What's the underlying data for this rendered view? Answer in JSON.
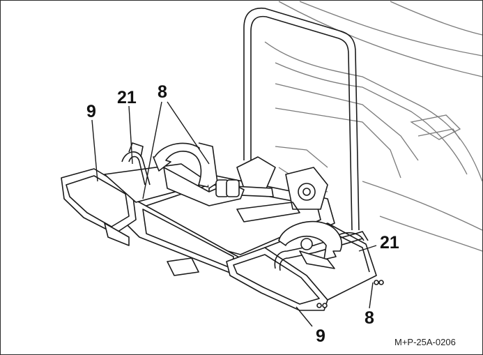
{
  "illustration": {
    "subject": "rear-mounted-bike-carrier",
    "stroke_color": "#1a1a1a",
    "vehicle_line_color": "#7a7a7a",
    "fill_color": "#ffffff"
  },
  "callouts": {
    "left_end_cap": "9",
    "left_clamp": "21",
    "strap_top": "8",
    "right_clamp": "21",
    "strap_bottom": "8",
    "right_end_cap": "9"
  },
  "figure_code": "M+P-25A-0206"
}
